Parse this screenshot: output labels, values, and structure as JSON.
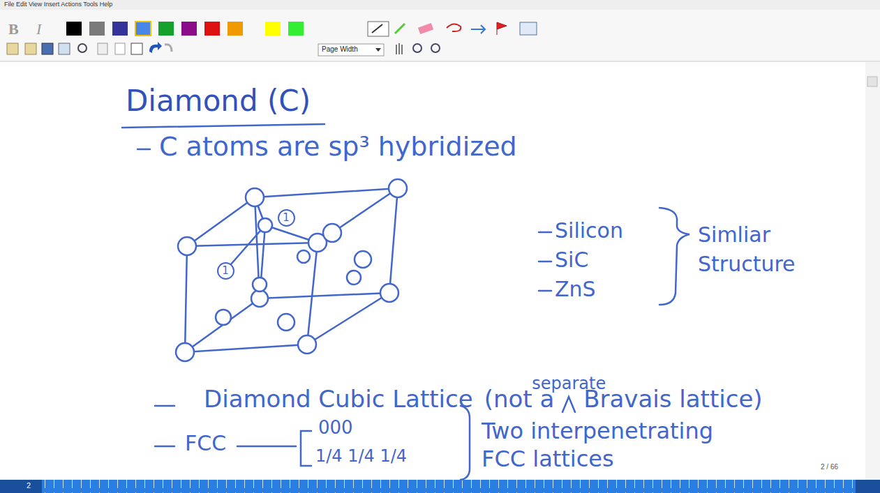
{
  "diagram": {
    "title": "Diamond (C)",
    "nodes": [
      {
        "text": [
          "1"
        ]
      },
      {
        "text": [
          "1"
        ]
      }
    ],
    "labels": [
      "File Edit View Insert Actions Tools Help",
      "B",
      "I",
      "Page Width",
      "C atoms are sp³ hybridized",
      "Silicon",
      "SiC",
      "ZnS",
      "Simliar Structure",
      "separate",
      "Diamond Cubic Lattice",
      "(not a",
      "Bravais lattice)",
      "FCC",
      "000",
      "1/4 1/4 1/4",
      "Two interpenetrating FCC lattices",
      "2 / 66",
      "2"
    ]
  }
}
